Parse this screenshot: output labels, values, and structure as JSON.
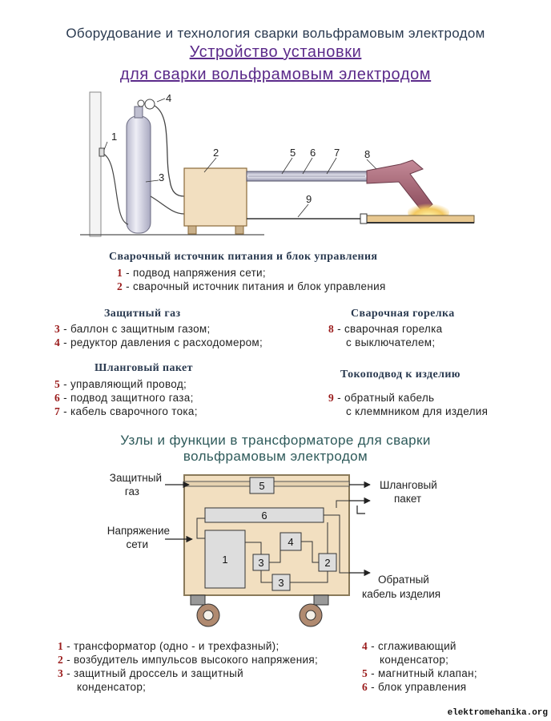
{
  "header": {
    "title": "Оборудование и технология сварки вольфрамовым электродом",
    "subtitle_line1": "Устройство установки",
    "subtitle_line2": "для сварки вольфрамовым электродом"
  },
  "figure1": {
    "labels": [
      "1",
      "2",
      "3",
      "4",
      "5",
      "6",
      "7",
      "8",
      "9"
    ]
  },
  "groups": {
    "power": {
      "title": "Сварочный источник питания и блок управления",
      "items": [
        {
          "num": "1",
          "text": "- подвод напряжения сети;"
        },
        {
          "num": "2",
          "text": "- сварочный источник питания и блок управления"
        }
      ]
    },
    "gas": {
      "title": "Защитный газ",
      "items": [
        {
          "num": "3",
          "text": "- баллон с защитным газом;"
        },
        {
          "num": "4",
          "text": "- редуктор давления с расходомером;"
        }
      ]
    },
    "torch": {
      "title": "Сварочная горелка",
      "items": [
        {
          "num": "8",
          "text": "- сварочная горелка"
        },
        {
          "num": "",
          "text": "с выключателем;"
        }
      ]
    },
    "hose": {
      "title": "Шланговый пакет",
      "items": [
        {
          "num": "5",
          "text": "- управляющий провод;"
        },
        {
          "num": "6",
          "text": "- подвод защитного газа;"
        },
        {
          "num": "7",
          "text": "- кабель сварочного тока;"
        }
      ]
    },
    "current": {
      "title": "Токоподвод к изделию",
      "items": [
        {
          "num": "9",
          "text": "- обратный кабель"
        },
        {
          "num": "",
          "text": "с клеммником для изделия"
        }
      ]
    }
  },
  "section2": {
    "title_line1": "Узлы и функции в трансформаторе для сварки",
    "title_line2": "вольфрамовым электродом"
  },
  "figure2": {
    "left_labels": {
      "gas_line1": "Защитный",
      "gas_line2": "газ",
      "voltage_line1": "Напряжение",
      "voltage_line2": "сети"
    },
    "right_labels": {
      "hose_line1": "Шланговый",
      "hose_line2": "пакет",
      "cable_line1": "Обратный",
      "cable_line2": "кабель изделия"
    },
    "blocks": [
      "1",
      "2",
      "3",
      "3",
      "4",
      "5",
      "6"
    ]
  },
  "legend2": {
    "left": [
      {
        "num": "1",
        "text": "- трансформатор (одно - и трехфазный);"
      },
      {
        "num": "2",
        "text": "- возбудитель импульсов высокого напряжения;"
      },
      {
        "num": "3",
        "text": "- защитный дроссель и защитный"
      },
      {
        "num": "",
        "text": "конденсатор;"
      }
    ],
    "right": [
      {
        "num": "4",
        "text": "- сглаживающий"
      },
      {
        "num": "",
        "text": "конденсатор;"
      },
      {
        "num": "5",
        "text": "- магнитный клапан;"
      },
      {
        "num": "6",
        "text": "- блок управления"
      }
    ]
  },
  "watermark": "elektromehanika.org",
  "colors": {
    "title": "#2a3a50",
    "subtitle": "#5b2a8a",
    "number": "#9a1b1b",
    "section2": "#2e5a5a",
    "box_fill": "#f2dfc0",
    "cylinder_fill": "#dcdcea",
    "torch_fill": "#b07080"
  }
}
